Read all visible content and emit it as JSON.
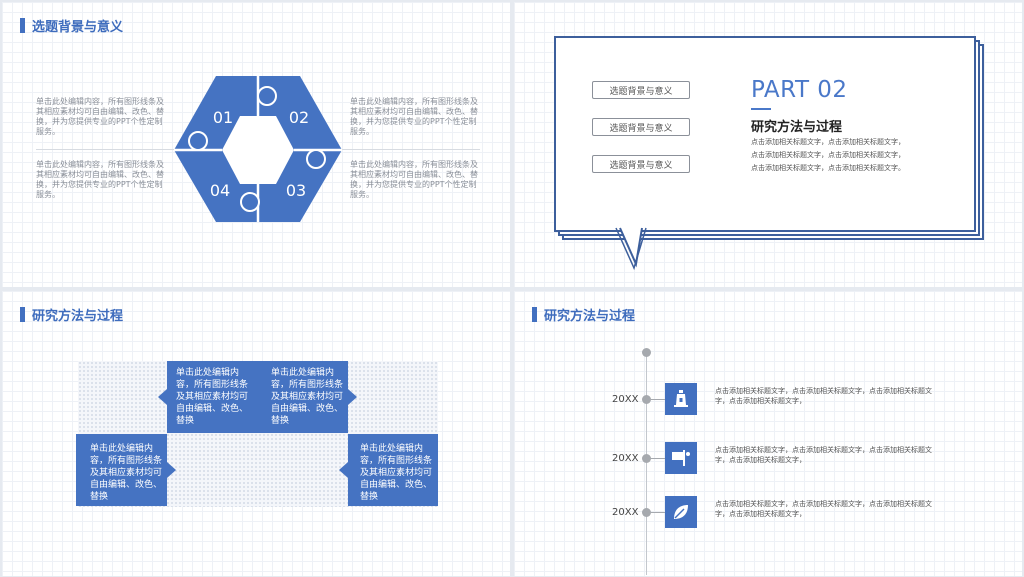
{
  "panel1": {
    "title": "选题背景与意义",
    "numbers": [
      "01",
      "02",
      "03",
      "04"
    ],
    "text_tl": "单击此处编辑内容，所有图形线条及其相应素材均可自由编辑、改色、替换，并为您提供专业的PPT个性定制服务。",
    "text_bl": "单击此处编辑内容，所有图形线条及其相应素材均可自由编辑、改色、替换，并为您提供专业的PPT个性定制服务。",
    "text_tr": "单击此处编辑内容，所有图形线条及其相应素材均可自由编辑、改色、替换，并为您提供专业的PPT个性定制服务。",
    "text_br": "单击此处编辑内容，所有图形线条及其相应素材均可自由编辑、改色、替换，并为您提供专业的PPT个性定制服务。"
  },
  "panel2": {
    "buttons": [
      "选题背景与意义",
      "选题背景与意义",
      "选题背景与意义"
    ],
    "part": "PART 02",
    "subtitle": "研究方法与过程",
    "lines": [
      "点击添加相关标题文字，点击添加相关标题文字，",
      "点击添加相关标题文字，点击添加相关标题文字，",
      "点击添加相关标题文字，点击添加相关标题文字。"
    ]
  },
  "panel3": {
    "title": "研究方法与过程",
    "box1": "单击此处编辑内容，所有图形线条及其相应素材均可自由编辑、改色、替换",
    "box2": "单击此处编辑内容，所有图形线条及其相应素材均可自由编辑、改色、替换",
    "box3": "单击此处编辑内容，所有图形线条及其相应素材均可自由编辑、改色、替换",
    "box4": "单击此处编辑内容，所有图形线条及其相应素材均可自由编辑、改色、替换"
  },
  "panel4": {
    "title": "研究方法与过程",
    "items": [
      {
        "year": "20XX",
        "icon": "lighthouse-icon",
        "text": "点击添加相关标题文字，点击添加相关标题文字，点击添加相关标题文字，点击添加相关标题文字，"
      },
      {
        "year": "20XX",
        "icon": "signboard-icon",
        "text": "点击添加相关标题文字，点击添加相关标题文字，点击添加相关标题文字，点击添加相关标题文字，"
      },
      {
        "year": "20XX",
        "icon": "leaf-icon",
        "text": "点击添加相关标题文字，点击添加相关标题文字，点击添加相关标题文字，点击添加相关标题文字，"
      }
    ]
  },
  "colors": {
    "accent": "#4270c0",
    "frame": "#3d5f9c"
  }
}
